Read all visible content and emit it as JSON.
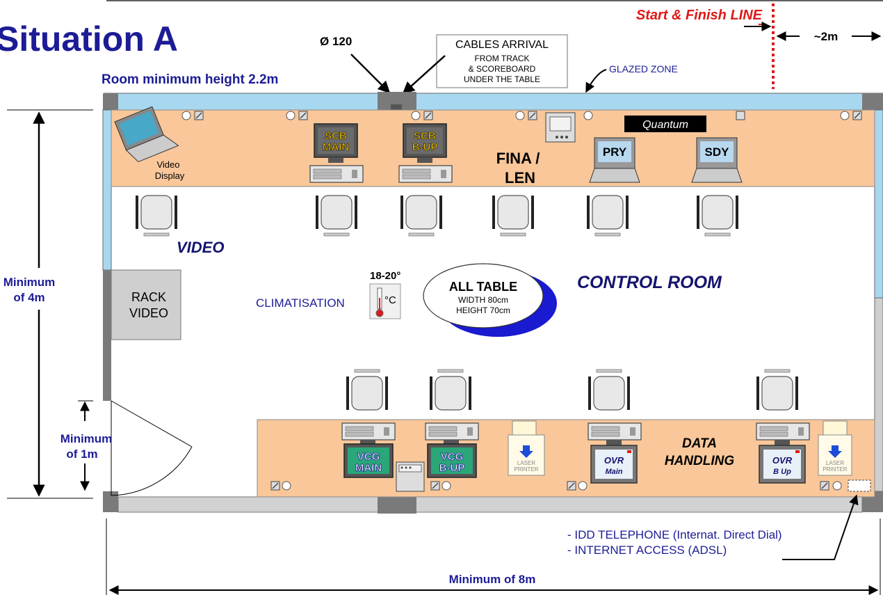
{
  "title": "Situation A",
  "dims": {
    "room_height": "Room minimum height 2.2m",
    "diameter": "Ø 120",
    "start_finish": "Start & Finish LINE",
    "approx_2m": "~2m",
    "min_4m_line1": "Minimum",
    "min_4m_line2": "of 4m",
    "min_1m_line1": "Minimum",
    "min_1m_line2": "of 1m",
    "min_8m": "Minimum of 8m"
  },
  "cables": {
    "line1": "CABLES ARRIVAL",
    "line2": "FROM TRACK",
    "line3": "& SCOREBOARD",
    "line4": "UNDER THE TABLE"
  },
  "glazed_zone": "GLAZED ZONE",
  "brand": "Quantum",
  "top_table": {
    "video_display_line1": "Video",
    "video_display_line2": "Display",
    "scb_main_line1": "SCB",
    "scb_main_line2": "MAIN",
    "scb_bup_line1": "SCB",
    "scb_bup_line2": "B-UP",
    "fina_line1": "FINA /",
    "fina_line2": "LEN",
    "pry": "PRY",
    "sdy": "SDY"
  },
  "room": {
    "video": "VIDEO",
    "control_room": "CONTROL ROOM",
    "rack_line1": "RACK",
    "rack_line2": "VIDEO",
    "climatisation": "CLIMATISATION",
    "temp_range": "18-20°",
    "temp_unit": "°C"
  },
  "all_table": {
    "title": "ALL TABLE",
    "width": "WIDTH 80cm",
    "height": "HEIGHT 70cm"
  },
  "bottom_table": {
    "vcg_main_line1": "VCG",
    "vcg_main_line2": "MAIN",
    "vcg_bup_line1": "VCG",
    "vcg_bup_line2": "B-UP",
    "laser_line1": "LASER",
    "laser_line2": "PRINTER",
    "ovr_main_line1": "OVR",
    "ovr_main_line2": "Main",
    "ovr_bup_line1": "OVR",
    "ovr_bup_line2": "B Up",
    "data_line1": "DATA",
    "data_line2": "HANDLING"
  },
  "notes": {
    "idd": "- IDD TELEPHONE (Internat. Direct Dial)",
    "internet": "- INTERNET ACCESS (ADSL)"
  },
  "colors": {
    "table": "#f9c79a",
    "glazed": "#a8d8f0",
    "wall": "#bdbdbd",
    "navy": "#1c1c96",
    "red": "#e01818"
  }
}
